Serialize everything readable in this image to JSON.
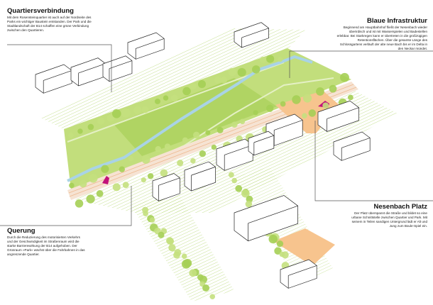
{
  "annotations": {
    "quartiersverbindung": {
      "title": "Quartiersverbindung",
      "text": "Mit dem Rosensteinquartier ist auch auf der Nordseite des Parks ein wichtiger Baustein entstanden. Der Park und die Stadtlandschaft der B14 schaffen eine grüne Verbindung zwischen den Quartieren."
    },
    "blaue_infrastruktur": {
      "title": "Blaue Infrastruktur",
      "text": "Beginnend am Hauptbahnhof fließt der Nesenbach wieder überirdisch und ist mit Wasserspielen und Badestellen erlebbar. Bei Starkregen kann er übertreten in die großzügigen Retentionsflächen. Über die gesamte Länge des Schlossgartens verläuft der alte neue Bach bis er im Delta in den Neckar mündet."
    },
    "nesenbach_platz": {
      "title": "Nesenbach Platz",
      "text": "Der Platz überspannt die Straße und bildet so eine urbane Schnittstelle zwischen Quartier und Park. Mit seinem in Teilen sandigen Untergrund lädt er Alt und Jung zum Boule-Spiel ein."
    },
    "querung": {
      "title": "Querung",
      "text": "Durch die Reduzierung des motorisierten Verkehrs und der Geschwindigkeit im Straßenraum wird die starke Barrierewirkung der B14 aufgehoben. Der Grünraum »Park« wächst über die Fahrbahnen in das angrenzende Quartier."
    }
  },
  "colors": {
    "park": "#b9d86a",
    "park_light": "#d6e8a0",
    "tree": "#9fcc4e",
    "water": "#a9d3e6",
    "plaza": "#f7c48e",
    "road": "#f0c8a8",
    "accent": "#c2127a",
    "line": "#555555"
  }
}
